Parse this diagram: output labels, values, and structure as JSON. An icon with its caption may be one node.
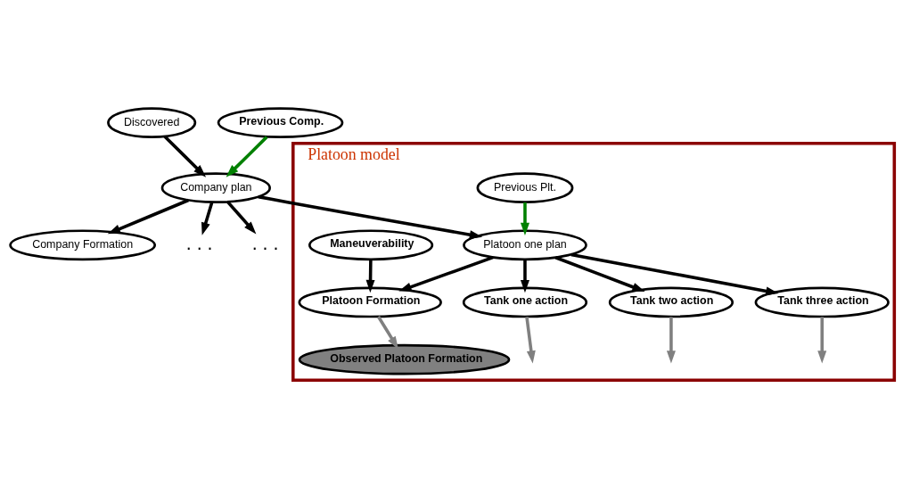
{
  "diagram": {
    "nodes": [
      {
        "text": [
          "Discovered"
        ]
      },
      {
        "text": [
          "Company plan"
        ]
      },
      {
        "text": [
          "Company Formation"
        ]
      },
      {
        "text": [
          "Previous Comp."
        ]
      },
      {
        "text": [
          ". . ."
        ]
      },
      {
        "text": [
          ". . ."
        ]
      },
      {
        "text": [
          "Platoon model"
        ]
      },
      {
        "text": [
          "Platoon one plan"
        ],
        "in": 6
      },
      {
        "text": [
          "Previous Plt."
        ],
        "in": 6
      },
      {
        "text": [
          "Maneuverability"
        ],
        "in": 6
      },
      {
        "text": [
          "Platoon Formation"
        ],
        "in": 6
      },
      {
        "text": [
          "Observed Platoon Formation"
        ],
        "in": 6
      },
      {
        "text": [
          "Tank one action"
        ],
        "in": 6
      },
      {
        "text": [
          "Tank two action"
        ],
        "in": 6
      },
      {
        "text": [
          "Tank three action"
        ],
        "in": 6
      }
    ],
    "edges": [
      {
        "from": 0,
        "to": 1,
        "arrow": "to"
      },
      {
        "from": 1,
        "to": 2,
        "arrow": "to"
      },
      {
        "from": 3,
        "to": 1,
        "arrow": "to",
        "color": "#008000"
      },
      {
        "from": 1,
        "to": 4,
        "arrow": "to"
      },
      {
        "from": 1,
        "to": 5,
        "arrow": "to"
      },
      {
        "from": 1,
        "to": 7,
        "arrow": "to"
      },
      {
        "from": 8,
        "to": 7,
        "arrow": "to",
        "color": "#008000"
      },
      {
        "from": 7,
        "to": 12,
        "arrow": "to"
      },
      {
        "from": 7,
        "to": 13,
        "arrow": "to"
      },
      {
        "from": 7,
        "to": 14,
        "arrow": "to"
      },
      {
        "from": 7,
        "to": 10,
        "arrow": "to"
      },
      {
        "from": 9,
        "to": 10,
        "arrow": "to"
      },
      {
        "from": 10,
        "to": 11,
        "arrow": "to",
        "color": "#808080"
      },
      {
        "from": 12,
        "to": null,
        "arrow": "to",
        "color": "#808080"
      },
      {
        "from": 13,
        "to": null,
        "arrow": "to",
        "color": "#808080"
      },
      {
        "from": 14,
        "to": null,
        "arrow": "to",
        "color": "#808080"
      }
    ]
  }
}
